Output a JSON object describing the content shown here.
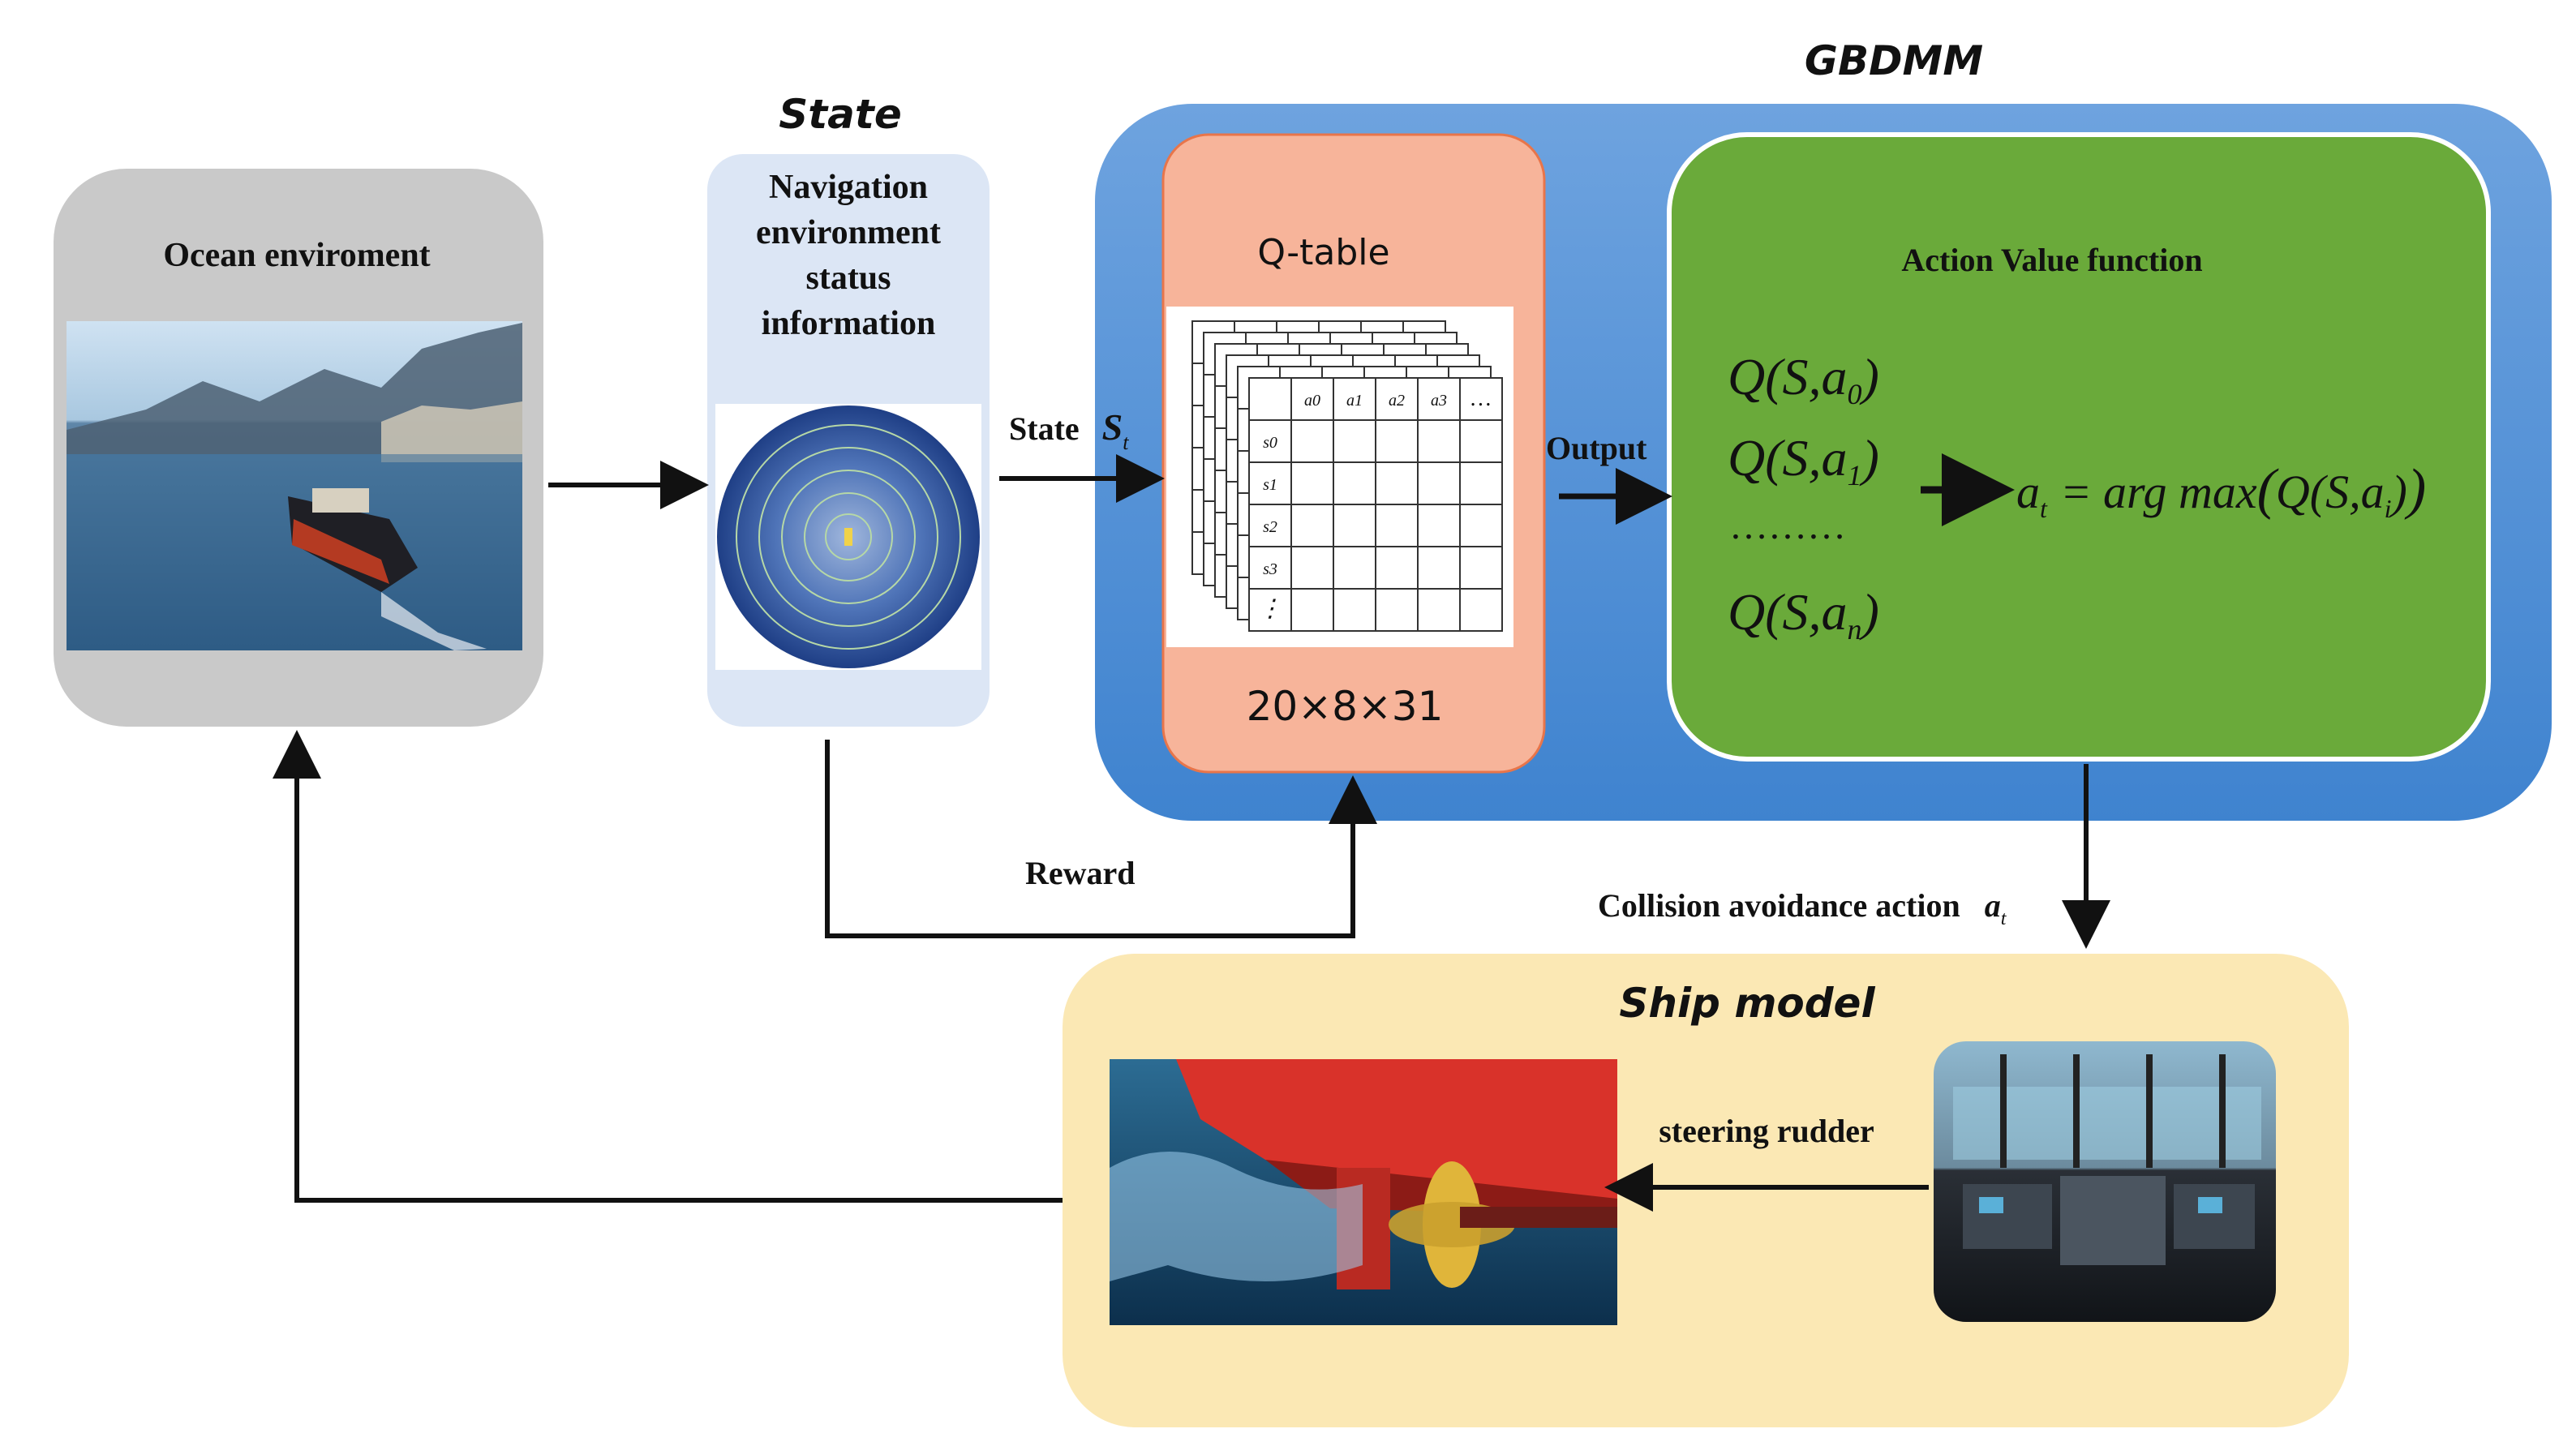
{
  "title": "GBDMM",
  "ocean": {
    "label": "Ocean enviroment"
  },
  "state": {
    "header": "State",
    "lines": [
      "Navigation",
      "environment",
      "status",
      "information"
    ]
  },
  "qtable": {
    "title": "Q-table",
    "dims": "20×8×31",
    "col_labels": [
      "a0",
      "a1",
      "a2",
      "a3",
      "…"
    ],
    "row_labels": [
      "s0",
      "s1",
      "s2",
      "s3",
      "⋮"
    ]
  },
  "action_value": {
    "title": "Action Value function",
    "q_prefix": "Q",
    "q_open": "(",
    "q_s": "S",
    "q_comma": ",",
    "q_a": "a",
    "q_close": ")",
    "subscripts": [
      "0",
      "1",
      "n"
    ],
    "dots": "………",
    "arg_lhs": "a",
    "arg_lhs_sub": "t",
    "arg_eq": "=",
    "arg_fn": "arg max",
    "arg_sub": "i"
  },
  "arrows": {
    "state_label": "State",
    "state_symbol": "S",
    "state_sub": "t",
    "output": "Output",
    "reward": "Reward",
    "collision": "Collision avoidance action",
    "collision_symbol": "a",
    "collision_sub": "t",
    "steering": "steering rudder"
  },
  "ship": {
    "label": "Ship model"
  },
  "colors": {
    "ocean_box": "#c9c9c9",
    "state_box": "#dce6f5",
    "gbdmm_box": "#4d8fd6",
    "qtable_box": "#f7b49a",
    "action_box": "#6aaa3a",
    "ship_box": "#fbe8b4"
  }
}
